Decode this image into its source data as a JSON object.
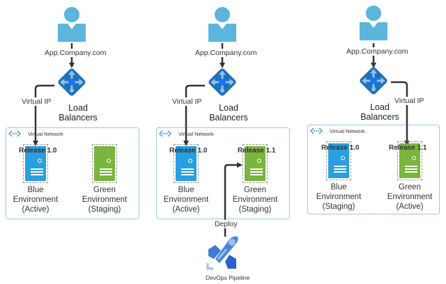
{
  "colors": {
    "user": "#5bb5dc",
    "load_balancer": "#1f72b8",
    "load_balancer_accent": "#8fc3f5",
    "blue_env": "#2a9fe0",
    "green_env": "#79b53f",
    "vnet_border": "#3b8fd0",
    "pipeline": "#4a86d9"
  },
  "panels": [
    {
      "domain_label": "App.Company.com",
      "load_balancer_label": "Load Balancers",
      "vip_label": "Virtual IP",
      "vnet_label": "Virtual Network",
      "blue": {
        "release": "Release 1.0",
        "name": "Blue",
        "line2": "Environment",
        "state": "(Active)"
      },
      "green": {
        "release": "",
        "name": "Green",
        "line2": "Environment",
        "state": "(Staging)"
      }
    },
    {
      "domain_label": "App.Company.com",
      "load_balancer_label": "Load Balancers",
      "vip_label": "Virtual IP",
      "vnet_label": "Virtual Network",
      "blue": {
        "release": "Release 1.0",
        "name": "Blue",
        "line2": "Environment",
        "state": "(Active)"
      },
      "green": {
        "release": "Release 1.1",
        "name": "Green",
        "line2": "Environment",
        "state": "(Staging)"
      },
      "deploy_label": "Deploy",
      "pipeline_label": "DevOps Pipeline"
    },
    {
      "domain_label": "App.Company.com",
      "load_balancer_label": "Load Balancers",
      "vip_label": "Virtual IP",
      "vnet_label": "Virtual Network",
      "blue": {
        "release": "Release 1.0",
        "name": "Blue",
        "line2": "Environment",
        "state": "(Staging)"
      },
      "green": {
        "release": "Release 1.1",
        "name": "Green",
        "line2": "Environment",
        "state": "(Active)"
      }
    }
  ]
}
